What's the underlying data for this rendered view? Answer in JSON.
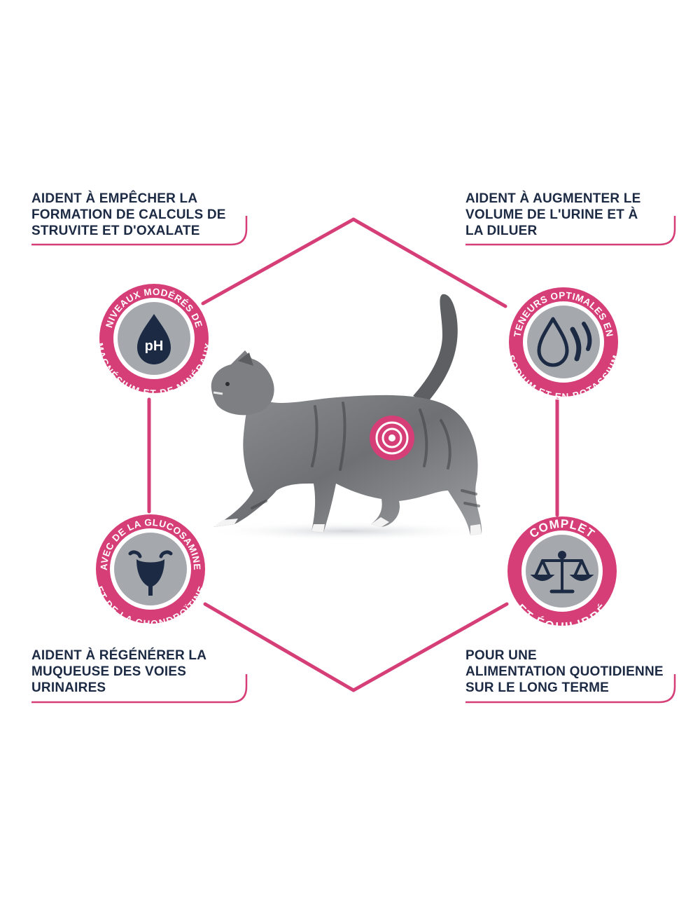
{
  "colors": {
    "accent": "#d63e77",
    "navy": "#1c2a44",
    "gray": "#a5a9ae"
  },
  "captions": {
    "top_left": "AIDENT À EMPÊCHER LA\nFORMATION DE CALCULS DE\nSTRUVITE ET D'OXALATE",
    "top_right": "AIDENT À AUGMENTER LE\nVOLUME DE L'URINE ET À\nLA DILUER",
    "bottom_left": "AIDENT À RÉGÉNÉRER LA\nMUQUEUSE DES VOIES\nURINAIRES",
    "bottom_right": "POUR UNE\nALIMENTATION QUOTIDIENNE\nSUR LE LONG TERME"
  },
  "badges": {
    "ph": {
      "top_text": "NIVEAUX MODÉRÉS DE",
      "bottom_text": "MAGNÉSIUM ET DE MINÉRAUX",
      "icon_label": "pH",
      "icon": "ph-drop-icon"
    },
    "drops": {
      "top_text": "TENEURS OPTIMALES EN",
      "bottom_text": "SODIUM ET EN POTASSIUM",
      "icon": "water-drops-icon"
    },
    "bladder": {
      "top_text": "AVEC DE LA GLUCOSAMINE",
      "bottom_text": "ET DE LA CHONDROÏTINE",
      "icon": "bladder-icon"
    },
    "balance": {
      "top_text": "COMPLET",
      "bottom_text": "ET ÉQUILIBRÉ",
      "icon": "balance-scale-icon"
    }
  },
  "center_image": {
    "subject": "walking-cat",
    "marker_icon": "target-icon"
  }
}
